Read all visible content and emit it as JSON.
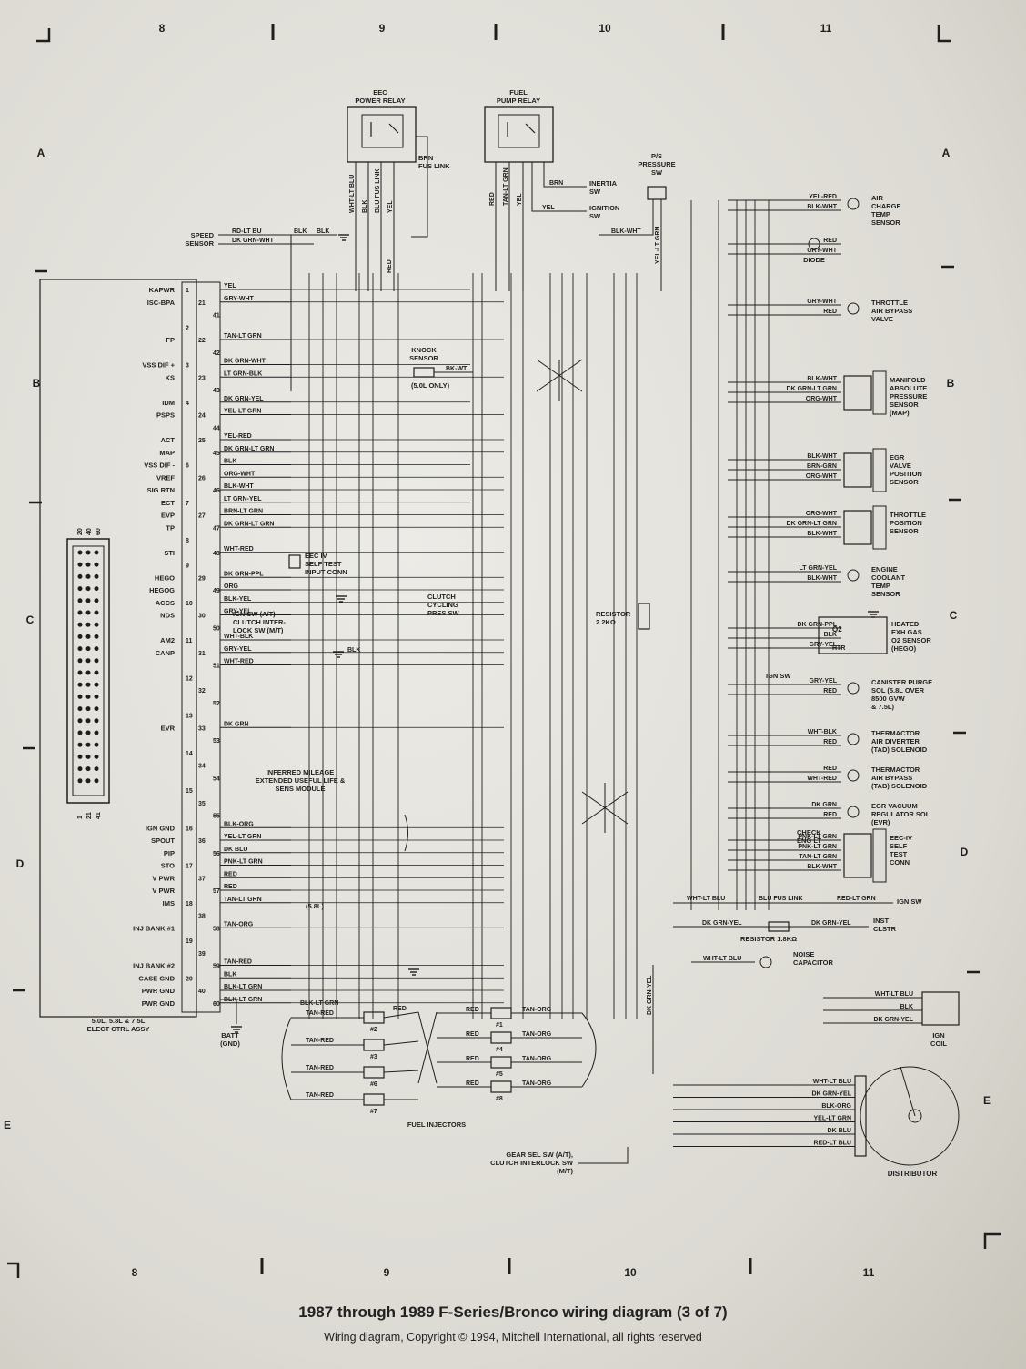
{
  "caption": {
    "title": "1987 through 1989 F-Series/Bronco wiring diagram (3 of 7)",
    "copyright": "Wiring diagram, Copyright © 1994, Mitchell International, all rights reserved"
  },
  "grid": {
    "columns": [
      "8",
      "9",
      "10",
      "11"
    ],
    "rows": [
      "A",
      "B",
      "C",
      "D",
      "E"
    ]
  },
  "module": {
    "caption": [
      "5.0L, 5.8L & 7.5L",
      "ELECT CTRL ASSY"
    ],
    "connector_pins_top": [
      "20",
      "40",
      "60"
    ],
    "connector_pins_bottom": [
      "1",
      "21",
      "41"
    ],
    "pins": [
      {
        "label": "KAPWR",
        "pin": "1",
        "wire": "YEL"
      },
      {
        "label": "ISC-BPA",
        "pin": "21",
        "wire": "GRY-WHT"
      },
      {
        "label": "",
        "pin": "41",
        "wire": ""
      },
      {
        "label": "",
        "pin": "2",
        "wire": ""
      },
      {
        "label": "FP",
        "pin": "22",
        "wire": "TAN-LT GRN"
      },
      {
        "label": "",
        "pin": "42",
        "wire": ""
      },
      {
        "label": "VSS DIF +",
        "pin": "3",
        "wire": "DK GRN-WHT"
      },
      {
        "label": "KS",
        "pin": "23",
        "wire": "LT GRN-BLK"
      },
      {
        "label": "",
        "pin": "43",
        "wire": ""
      },
      {
        "label": "IDM",
        "pin": "4",
        "wire": "DK GRN-YEL"
      },
      {
        "label": "PSPS",
        "pin": "24",
        "wire": "YEL-LT GRN"
      },
      {
        "label": "",
        "pin": "44",
        "wire": ""
      },
      {
        "label": "ACT",
        "pin": "25",
        "wire": "YEL-RED"
      },
      {
        "label": "MAP",
        "pin": "45",
        "wire": "DK GRN-LT GRN"
      },
      {
        "label": "VSS DIF -",
        "pin": "6",
        "wire": "BLK"
      },
      {
        "label": "VREF",
        "pin": "26",
        "wire": "ORG-WHT"
      },
      {
        "label": "SIG RTN",
        "pin": "46",
        "wire": "BLK-WHT"
      },
      {
        "label": "ECT",
        "pin": "7",
        "wire": "LT GRN-YEL"
      },
      {
        "label": "EVP",
        "pin": "27",
        "wire": "BRN-LT GRN"
      },
      {
        "label": "TP",
        "pin": "47",
        "wire": "DK GRN-LT GRN"
      },
      {
        "label": "",
        "pin": "8",
        "wire": ""
      },
      {
        "label": "STI",
        "pin": "48",
        "wire": "WHT-RED"
      },
      {
        "label": "",
        "pin": "9",
        "wire": ""
      },
      {
        "label": "HEGO",
        "pin": "29",
        "wire": "DK GRN-PPL"
      },
      {
        "label": "HEGOG",
        "pin": "49",
        "wire": "ORG"
      },
      {
        "label": "ACCS",
        "pin": "10",
        "wire": "BLK-YEL"
      },
      {
        "label": "NDS",
        "pin": "30",
        "wire": "GRY-YEL"
      },
      {
        "label": "",
        "pin": "50",
        "wire": ""
      },
      {
        "label": "AM2",
        "pin": "11",
        "wire": "WHT-BLK"
      },
      {
        "label": "CANP",
        "pin": "31",
        "wire": "GRY-YEL"
      },
      {
        "label": "",
        "pin": "51",
        "wire": "WHT-RED"
      },
      {
        "label": "",
        "pin": "12",
        "wire": ""
      },
      {
        "label": "",
        "pin": "32",
        "wire": ""
      },
      {
        "label": "",
        "pin": "52",
        "wire": ""
      },
      {
        "label": "",
        "pin": "13",
        "wire": ""
      },
      {
        "label": "EVR",
        "pin": "33",
        "wire": "DK GRN"
      },
      {
        "label": "",
        "pin": "53",
        "wire": ""
      },
      {
        "label": "",
        "pin": "14",
        "wire": ""
      },
      {
        "label": "",
        "pin": "34",
        "wire": ""
      },
      {
        "label": "",
        "pin": "54",
        "wire": ""
      },
      {
        "label": "",
        "pin": "15",
        "wire": ""
      },
      {
        "label": "",
        "pin": "35",
        "wire": ""
      },
      {
        "label": "",
        "pin": "55",
        "wire": ""
      },
      {
        "label": "IGN GND",
        "pin": "16",
        "wire": "BLK-ORG"
      },
      {
        "label": "SPOUT",
        "pin": "36",
        "wire": "YEL-LT GRN"
      },
      {
        "label": "PIP",
        "pin": "56",
        "wire": "DK BLU"
      },
      {
        "label": "STO",
        "pin": "17",
        "wire": "PNK-LT GRN"
      },
      {
        "label": "V PWR",
        "pin": "37",
        "wire": "RED"
      },
      {
        "label": "V PWR",
        "pin": "57",
        "wire": "RED"
      },
      {
        "label": "IMS",
        "pin": "18",
        "wire": "TAN-LT GRN"
      },
      {
        "label": "",
        "pin": "38",
        "wire": ""
      },
      {
        "label": "INJ BANK #1",
        "pin": "58",
        "wire": "TAN-ORG"
      },
      {
        "label": "",
        "pin": "19",
        "wire": ""
      },
      {
        "label": "",
        "pin": "39",
        "wire": ""
      },
      {
        "label": "INJ BANK #2",
        "pin": "59",
        "wire": "TAN-RED"
      },
      {
        "label": "CASE GND",
        "pin": "20",
        "wire": "BLK"
      },
      {
        "label": "PWR GND",
        "pin": "40",
        "wire": "BLK-LT GRN"
      },
      {
        "label": "PWR GND",
        "pin": "60",
        "wire": "BLK-LT GRN"
      }
    ]
  },
  "top_components": {
    "eec_power_relay": {
      "label": [
        "EEC",
        "POWER RELAY"
      ],
      "wires": [
        "WHT-LT BLU",
        "BLK",
        "BLU FUS LINK",
        "YEL"
      ],
      "fuse_link": [
        "BRN",
        "FUS LINK"
      ],
      "lower_wire": "RED"
    },
    "fuel_pump_relay": {
      "label": [
        "FUEL",
        "PUMP RELAY"
      ],
      "wires": [
        "RED",
        "TAN-LT GRN",
        "YEL"
      ],
      "inertia": {
        "wire": "BRN",
        "label": [
          "INERTIA",
          "SW"
        ]
      },
      "ignition": {
        "wire": "YEL",
        "label": [
          "IGNITION",
          "SW"
        ]
      }
    },
    "ps_switch": {
      "label": [
        "P/S",
        "PRESSURE",
        "SW"
      ],
      "wires": [
        "BLK-WHT",
        "YEL-LT GRN"
      ]
    },
    "speed_sensor": {
      "label": [
        "SPEED",
        "SENSOR"
      ],
      "wires": [
        "RD-LT BU",
        "DK GRN-WHT",
        "BLK",
        "BLK"
      ]
    },
    "knock_sensor": {
      "label": [
        "KNOCK",
        "SENSOR",
        "(5.0L ONLY)"
      ],
      "wire": "BK-WT"
    }
  },
  "right_components": [
    {
      "id": "air-charge-temp",
      "label": [
        "AIR",
        "CHARGE",
        "TEMP",
        "SENSOR"
      ],
      "wires": [
        "YEL-RED",
        "BLK-WHT"
      ]
    },
    {
      "id": "diode",
      "label": [
        "DIODE"
      ],
      "wires": [
        "RED",
        "GRY-WHT"
      ]
    },
    {
      "id": "throttle-air-bypass",
      "label": [
        "THROTTLE",
        "AIR BYPASS",
        "VALVE"
      ],
      "wires": [
        "GRY-WHT",
        "RED"
      ]
    },
    {
      "id": "map-sensor",
      "label": [
        "MANIFOLD",
        "ABSOLUTE",
        "PRESSURE",
        "SENSOR",
        "(MAP)"
      ],
      "wires": [
        "BLK-WHT",
        "DK GRN-LT GRN",
        "ORG-WHT"
      ]
    },
    {
      "id": "egr-position",
      "label": [
        "EGR",
        "VALVE",
        "POSITION",
        "SENSOR"
      ],
      "wires": [
        "BLK-WHT",
        "BRN-GRN",
        "ORG-WHT"
      ]
    },
    {
      "id": "throttle-position",
      "label": [
        "THROTTLE",
        "POSITION",
        "SENSOR"
      ],
      "wires": [
        "ORG-WHT",
        "DK GRN-LT GRN",
        "BLK-WHT"
      ]
    },
    {
      "id": "coolant-temp",
      "label": [
        "ENGINE",
        "COOLANT",
        "TEMP",
        "SENSOR"
      ],
      "wires": [
        "LT GRN-YEL",
        "BLK-WHT"
      ]
    },
    {
      "id": "hego",
      "label": [
        "HEATED",
        "EXH GAS",
        "O2 SENSOR",
        "(HEGO)"
      ],
      "wires": [
        "DK GRN-PPL",
        "BLK",
        "GRY-YEL"
      ],
      "inner": [
        "O2",
        "HTR"
      ]
    },
    {
      "id": "canister-purge",
      "label": [
        "CANISTER PURGE",
        "SOL (5.8L OVER",
        "8500 GVW",
        "& 7.5L)"
      ],
      "wires": [
        "GRY-YEL",
        "RED"
      ]
    },
    {
      "id": "tad",
      "label": [
        "THERMACTOR",
        "AIR DIVERTER",
        "(TAD) SOLENOID"
      ],
      "wires": [
        "WHT-BLK",
        "RED"
      ]
    },
    {
      "id": "tab",
      "label": [
        "THERMACTOR",
        "AIR BYPASS",
        "(TAB) SOLENOID"
      ],
      "wires": [
        "RED",
        "WHT-RED"
      ]
    },
    {
      "id": "evr",
      "label": [
        "EGR VACUUM",
        "REGULATOR SOL",
        "(EVR)"
      ],
      "wires": [
        "DK GRN",
        "RED"
      ]
    },
    {
      "id": "self-test",
      "label": [
        "EEC-IV",
        "SELF",
        "TEST",
        "CONN"
      ],
      "wires": [
        "PNK-LT GRN",
        "PNK-LT GRN",
        "TAN-LT GRN",
        "BLK-WHT"
      ],
      "check": [
        "CHECK",
        "ENG LT"
      ]
    }
  ],
  "center_labels": {
    "ign_sw_clutch": [
      "IGN SW (A/T)",
      "CLUTCH INTER-",
      "LOCK SW (M/T)"
    ],
    "clutch_cycling": [
      "CLUTCH",
      "CYCLING",
      "PRES SW"
    ],
    "self_test_input": [
      "EEC IV",
      "SELF TEST",
      "INPUT CONN"
    ],
    "mileage_module": [
      "INFERRED MILEAGE",
      "EXTENDED USEFUL LIFE &",
      "SENS MODULE"
    ],
    "resistor_22": [
      "RESISTOR",
      "2.2KΩ"
    ],
    "ign_sw_wire": "IGN SW",
    "am2_blk": "BLK",
    "ims_option": "(5.8L)",
    "batt": [
      "BATT",
      "(GND)"
    ],
    "fuel_injectors": "FUEL INJECTORS",
    "gear_sel": [
      "GEAR SEL SW (A/T),",
      "CLUTCH INTERLOCK SW",
      "(M/T)"
    ]
  },
  "lower_right": {
    "ign_line": {
      "wires": [
        "WHT-LT BLU",
        "BLU FUS LINK",
        "RED-LT GRN"
      ],
      "label": "IGN SW"
    },
    "inst_line": {
      "wires": [
        "DK GRN-YEL",
        "DK GRN-YEL"
      ],
      "label": [
        "INST",
        "CLSTR"
      ],
      "resistor": [
        "RESISTOR 1.8KΩ"
      ]
    },
    "noise_cap": {
      "wire": "WHT-LT BLU",
      "label": [
        "NOISE",
        "CAPACITOR"
      ]
    },
    "vertical_wire": "DK GRN-YEL",
    "ign_coil": {
      "label": [
        "IGN",
        "COIL"
      ],
      "wires": [
        "WHT-LT BLU",
        "BLK",
        "DK GRN-YEL"
      ]
    },
    "distributor": {
      "label": "DISTRIBUTOR",
      "wires": [
        "WHT-LT BLU",
        "DK GRN-YEL",
        "BLK-ORG",
        "YEL-LT GRN",
        "DK BLU",
        "RED-LT BLU"
      ]
    }
  },
  "injectors": {
    "left": [
      {
        "num": "#2",
        "wire": "TAN-RED"
      },
      {
        "num": "#3",
        "wire": "TAN-RED"
      },
      {
        "num": "#6",
        "wire": "TAN-RED"
      },
      {
        "num": "#7",
        "wire": "TAN-RED"
      }
    ],
    "right": [
      {
        "num": "#1",
        "wire": "TAN-ORG"
      },
      {
        "num": "#4",
        "wire": "TAN-ORG"
      },
      {
        "num": "#5",
        "wire": "TAN-ORG"
      },
      {
        "num": "#8",
        "wire": "TAN-ORG"
      }
    ],
    "feed_wire": "RED",
    "bank_wire": "BLK-LT GRN"
  }
}
